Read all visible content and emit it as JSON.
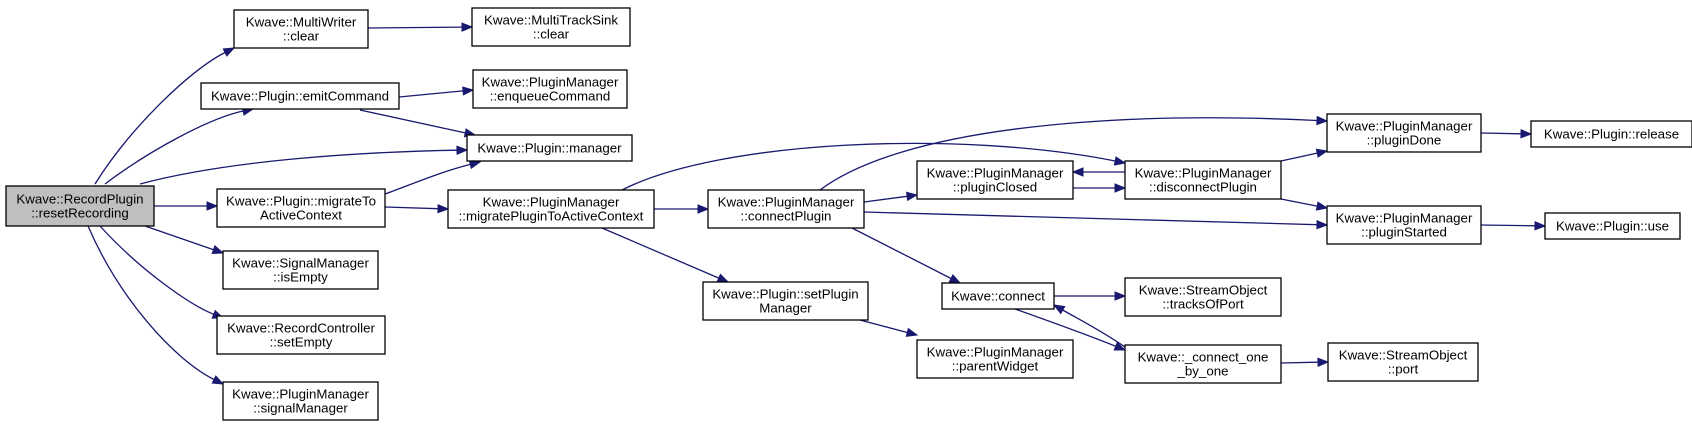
{
  "nodes": {
    "recordplugin_reset": {
      "lines": [
        "Kwave::RecordPlugin",
        "::resetRecording"
      ],
      "root": true
    },
    "multiwriter_clear": {
      "lines": [
        "Kwave::MultiWriter",
        "::clear"
      ]
    },
    "multitracksink_clear": {
      "lines": [
        "Kwave::MultiTrackSink",
        "::clear"
      ]
    },
    "plugin_emitcommand": {
      "lines": [
        "Kwave::Plugin::emitCommand"
      ]
    },
    "pm_enqueuecommand": {
      "lines": [
        "Kwave::PluginManager",
        "::enqueueCommand"
      ]
    },
    "plugin_manager": {
      "lines": [
        "Kwave::Plugin::manager"
      ]
    },
    "plugin_migrate": {
      "lines": [
        "Kwave::Plugin::migrateTo",
        "ActiveContext"
      ]
    },
    "pm_migrateplugin": {
      "lines": [
        "Kwave::PluginManager",
        "::migratePluginToActiveContext"
      ]
    },
    "pm_connectplugin": {
      "lines": [
        "Kwave::PluginManager",
        "::connectPlugin"
      ]
    },
    "pm_plugindone": {
      "lines": [
        "Kwave::PluginManager",
        "::pluginDone"
      ]
    },
    "plugin_release": {
      "lines": [
        "Kwave::Plugin::release"
      ]
    },
    "pm_pluginclosed": {
      "lines": [
        "Kwave::PluginManager",
        "::pluginClosed"
      ]
    },
    "pm_disconnectplugin": {
      "lines": [
        "Kwave::PluginManager",
        "::disconnectPlugin"
      ]
    },
    "pm_pluginstarted": {
      "lines": [
        "Kwave::PluginManager",
        "::pluginStarted"
      ]
    },
    "plugin_use": {
      "lines": [
        "Kwave::Plugin::use"
      ]
    },
    "sm_isempty": {
      "lines": [
        "Kwave::SignalManager",
        "::isEmpty"
      ]
    },
    "plugin_setpm": {
      "lines": [
        "Kwave::Plugin::setPlugin",
        "Manager"
      ]
    },
    "kwave_connect": {
      "lines": [
        "Kwave::connect"
      ]
    },
    "so_tracksofport": {
      "lines": [
        "Kwave::StreamObject",
        "::tracksOfPort"
      ]
    },
    "rc_setempty": {
      "lines": [
        "Kwave::RecordController",
        "::setEmpty"
      ]
    },
    "pm_parentwidget": {
      "lines": [
        "Kwave::PluginManager",
        "::parentWidget"
      ]
    },
    "connect_one": {
      "lines": [
        "Kwave::_connect_one",
        "_by_one"
      ]
    },
    "so_port": {
      "lines": [
        "Kwave::StreamObject",
        "::port"
      ]
    },
    "pm_signalmanager": {
      "lines": [
        "Kwave::PluginManager",
        "::signalManager"
      ]
    }
  },
  "edges": [
    [
      "recordplugin_reset",
      "multiwriter_clear"
    ],
    [
      "multiwriter_clear",
      "multitracksink_clear"
    ],
    [
      "recordplugin_reset",
      "plugin_emitcommand"
    ],
    [
      "plugin_emitcommand",
      "pm_enqueuecommand"
    ],
    [
      "plugin_emitcommand",
      "plugin_manager"
    ],
    [
      "recordplugin_reset",
      "plugin_manager"
    ],
    [
      "recordplugin_reset",
      "plugin_migrate"
    ],
    [
      "plugin_migrate",
      "plugin_manager"
    ],
    [
      "plugin_migrate",
      "pm_migrateplugin"
    ],
    [
      "pm_migrateplugin",
      "pm_disconnectplugin"
    ],
    [
      "pm_migrateplugin",
      "pm_connectplugin"
    ],
    [
      "pm_migrateplugin",
      "plugin_setpm"
    ],
    [
      "pm_connectplugin",
      "pm_plugindone"
    ],
    [
      "pm_connectplugin",
      "pm_pluginclosed"
    ],
    [
      "pm_connectplugin",
      "pm_pluginstarted"
    ],
    [
      "pm_connectplugin",
      "kwave_connect"
    ],
    [
      "pm_pluginclosed",
      "pm_disconnectplugin"
    ],
    [
      "pm_disconnectplugin",
      "pm_pluginclosed"
    ],
    [
      "pm_disconnectplugin",
      "pm_plugindone"
    ],
    [
      "pm_disconnectplugin",
      "pm_pluginstarted"
    ],
    [
      "pm_plugindone",
      "plugin_release"
    ],
    [
      "pm_pluginstarted",
      "plugin_use"
    ],
    [
      "kwave_connect",
      "so_tracksofport"
    ],
    [
      "kwave_connect",
      "connect_one"
    ],
    [
      "connect_one",
      "kwave_connect"
    ],
    [
      "connect_one",
      "so_port"
    ],
    [
      "plugin_setpm",
      "pm_parentwidget"
    ],
    [
      "recordplugin_reset",
      "sm_isempty"
    ],
    [
      "recordplugin_reset",
      "rc_setempty"
    ],
    [
      "recordplugin_reset",
      "pm_signalmanager"
    ]
  ]
}
